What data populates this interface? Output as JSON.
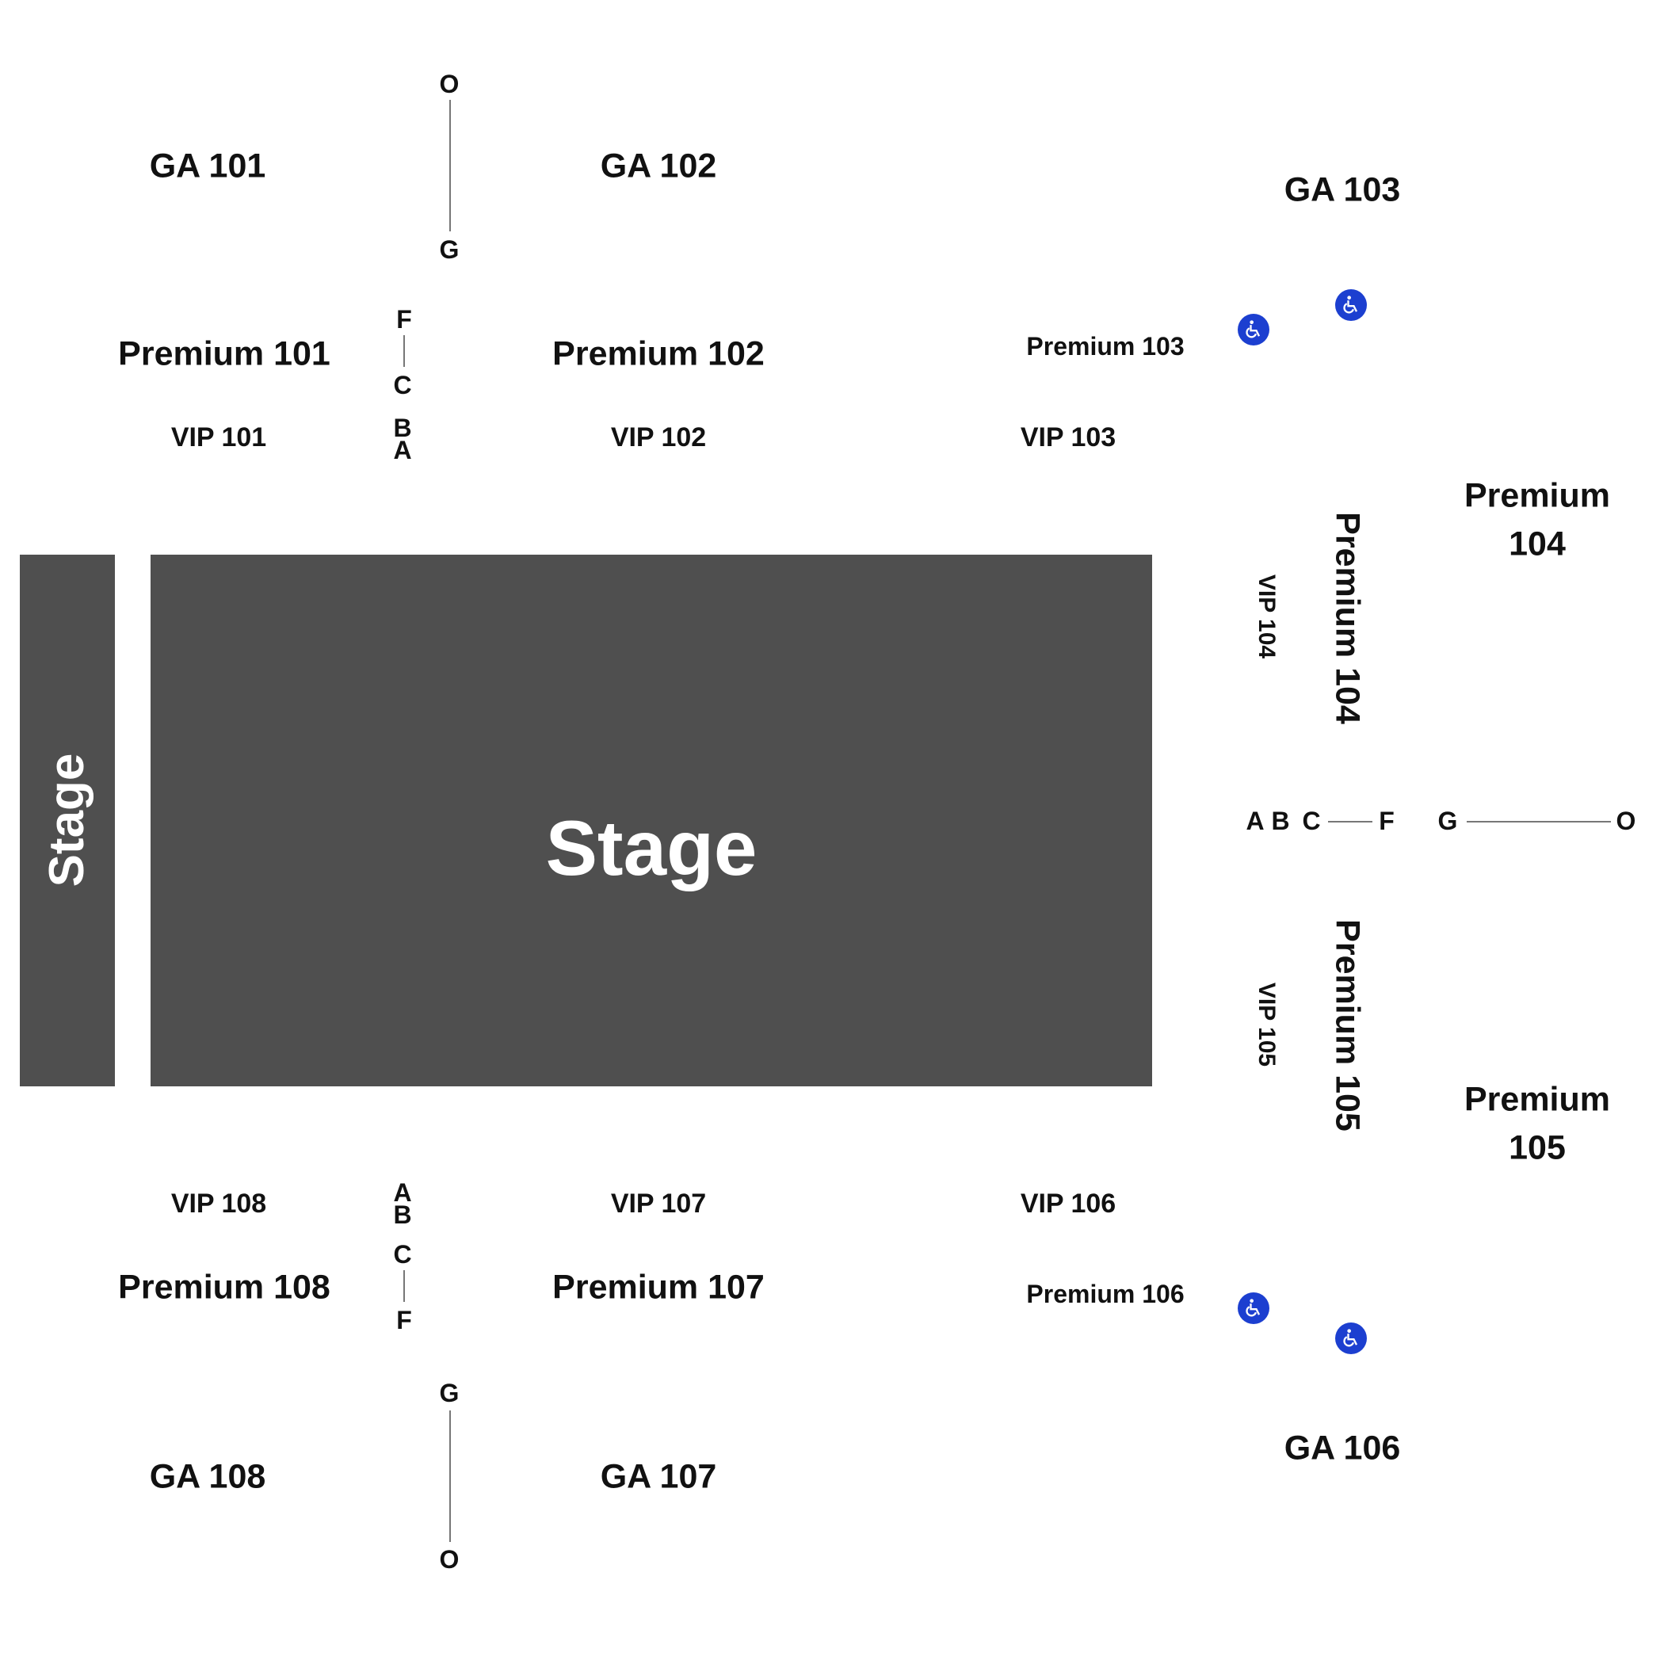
{
  "stage": {
    "main_label": "Stage",
    "side_label": "Stage"
  },
  "sections": {
    "ga_101": "GA 101",
    "ga_102": "GA 102",
    "ga_103": "GA 103",
    "ga_106": "GA 106",
    "ga_107": "GA 107",
    "ga_108": "GA 108",
    "premium_101": "Premium 101",
    "premium_102": "Premium 102",
    "premium_103": "Premium 103",
    "premium_104_outer_line1": "Premium",
    "premium_104_outer_line2": "104",
    "premium_104_vertical": "Premium 104",
    "premium_105_outer_line1": "Premium",
    "premium_105_outer_line2": "105",
    "premium_105_vertical": "Premium 105",
    "premium_106": "Premium 106",
    "premium_107": "Premium 107",
    "premium_108": "Premium 108",
    "vip_101": "VIP 101",
    "vip_102": "VIP 102",
    "vip_103": "VIP 103",
    "vip_104": "VIP 104",
    "vip_105": "VIP 105",
    "vip_106": "VIP 106",
    "vip_107": "VIP 107",
    "vip_108": "VIP 108"
  },
  "rows": {
    "top_o": "O",
    "top_g": "G",
    "top_f": "F",
    "top_c": "C",
    "top_b": "B",
    "top_a": "A",
    "bottom_a": "A",
    "bottom_b": "B",
    "bottom_c": "C",
    "bottom_f": "F",
    "bottom_g": "G",
    "bottom_o": "O",
    "right_a": "A",
    "right_b": "B",
    "right_c": "C",
    "right_f": "F",
    "right_g": "G",
    "right_o": "O"
  },
  "icons": {
    "accessible": "wheelchair-icon"
  },
  "colors": {
    "stage": "#4f4f4f",
    "accessible": "#1c3fd0"
  }
}
